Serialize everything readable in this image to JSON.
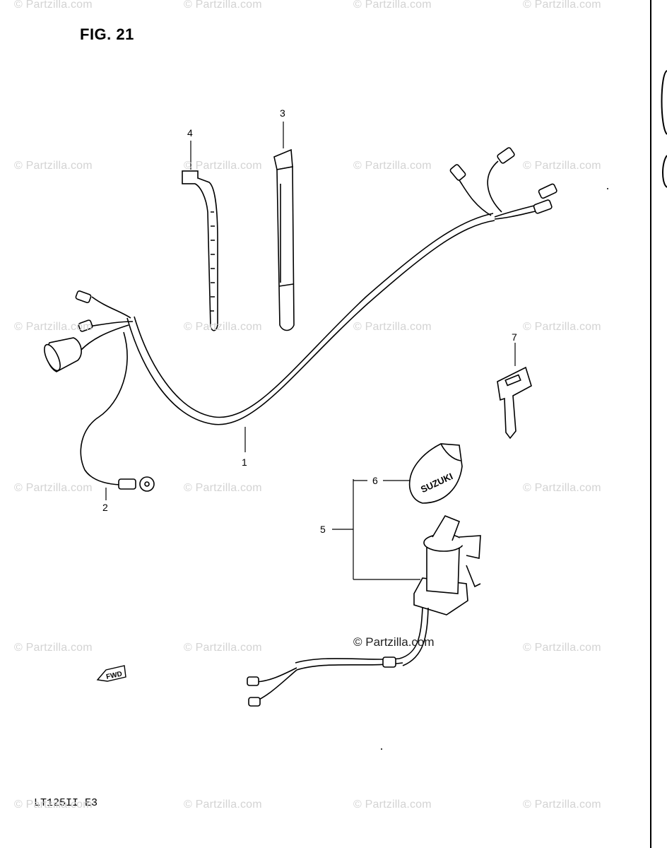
{
  "figure": {
    "title": "FIG. 21",
    "model_code": "LT125II E3"
  },
  "callouts": {
    "p1": "1",
    "p2": "2",
    "p3": "3",
    "p4": "4",
    "p5": "5",
    "p6": "6",
    "p7": "7"
  },
  "watermark": "© Partzilla.com",
  "cap_text": "SUZUKI",
  "fwd_text": "FWD"
}
